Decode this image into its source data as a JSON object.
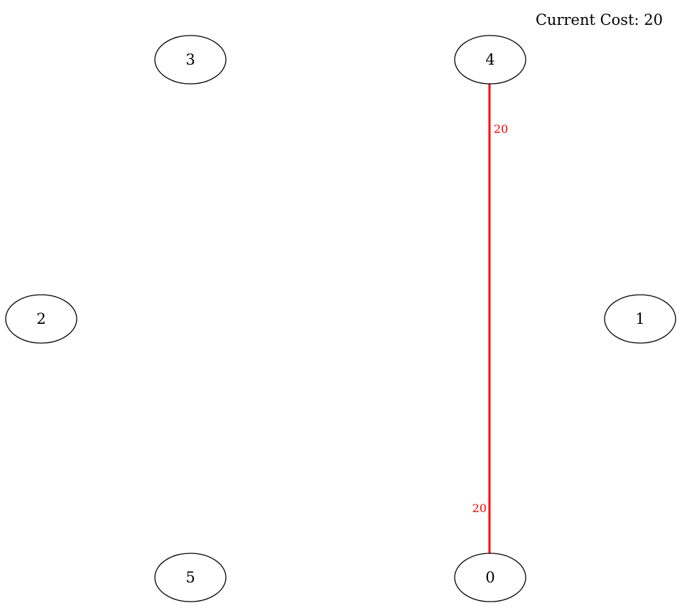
{
  "cost_label": "Current Cost: 20",
  "colors": {
    "node_stroke": "#000000",
    "edge": "#ff0000",
    "edge_label": "#ff0000"
  },
  "nodes": [
    {
      "id": "3",
      "label": "3"
    },
    {
      "id": "4",
      "label": "4"
    },
    {
      "id": "2",
      "label": "2"
    },
    {
      "id": "1",
      "label": "1"
    },
    {
      "id": "5",
      "label": "5"
    },
    {
      "id": "0",
      "label": "0"
    }
  ],
  "edges": [
    {
      "from": "4",
      "to": "0",
      "tail_label": "20",
      "head_label": "20"
    }
  ]
}
